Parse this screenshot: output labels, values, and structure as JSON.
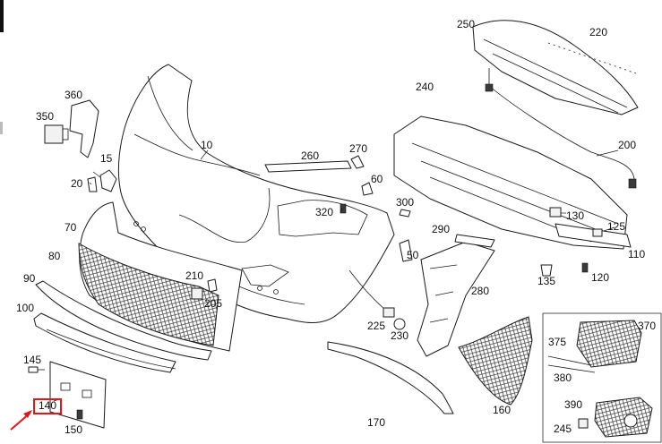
{
  "labels": [
    {
      "id": "10",
      "text": "10"
    },
    {
      "id": "15",
      "text": "15"
    },
    {
      "id": "20",
      "text": "20"
    },
    {
      "id": "50",
      "text": "50"
    },
    {
      "id": "60",
      "text": "60"
    },
    {
      "id": "70",
      "text": "70"
    },
    {
      "id": "80",
      "text": "80"
    },
    {
      "id": "90",
      "text": "90"
    },
    {
      "id": "100",
      "text": "100"
    },
    {
      "id": "110",
      "text": "110"
    },
    {
      "id": "120",
      "text": "120"
    },
    {
      "id": "125",
      "text": "125"
    },
    {
      "id": "130",
      "text": "130"
    },
    {
      "id": "135",
      "text": "135"
    },
    {
      "id": "140",
      "text": "140"
    },
    {
      "id": "145",
      "text": "145"
    },
    {
      "id": "150",
      "text": "150"
    },
    {
      "id": "160",
      "text": "160"
    },
    {
      "id": "170",
      "text": "170"
    },
    {
      "id": "200",
      "text": "200"
    },
    {
      "id": "205",
      "text": "205"
    },
    {
      "id": "210",
      "text": "210"
    },
    {
      "id": "220",
      "text": "220"
    },
    {
      "id": "225",
      "text": "225"
    },
    {
      "id": "230",
      "text": "230"
    },
    {
      "id": "240",
      "text": "240"
    },
    {
      "id": "245",
      "text": "245"
    },
    {
      "id": "250",
      "text": "250"
    },
    {
      "id": "260",
      "text": "260"
    },
    {
      "id": "270",
      "text": "270"
    },
    {
      "id": "280",
      "text": "280"
    },
    {
      "id": "290",
      "text": "290"
    },
    {
      "id": "300",
      "text": "300"
    },
    {
      "id": "320",
      "text": "320"
    },
    {
      "id": "350",
      "text": "350"
    },
    {
      "id": "360",
      "text": "360"
    },
    {
      "id": "370",
      "text": "370"
    },
    {
      "id": "375",
      "text": "375"
    },
    {
      "id": "380",
      "text": "380"
    },
    {
      "id": "390",
      "text": "390"
    }
  ],
  "highlight": {
    "label_id": "140",
    "box_color": "#e0161b",
    "arrow_color": "#e0161b"
  }
}
